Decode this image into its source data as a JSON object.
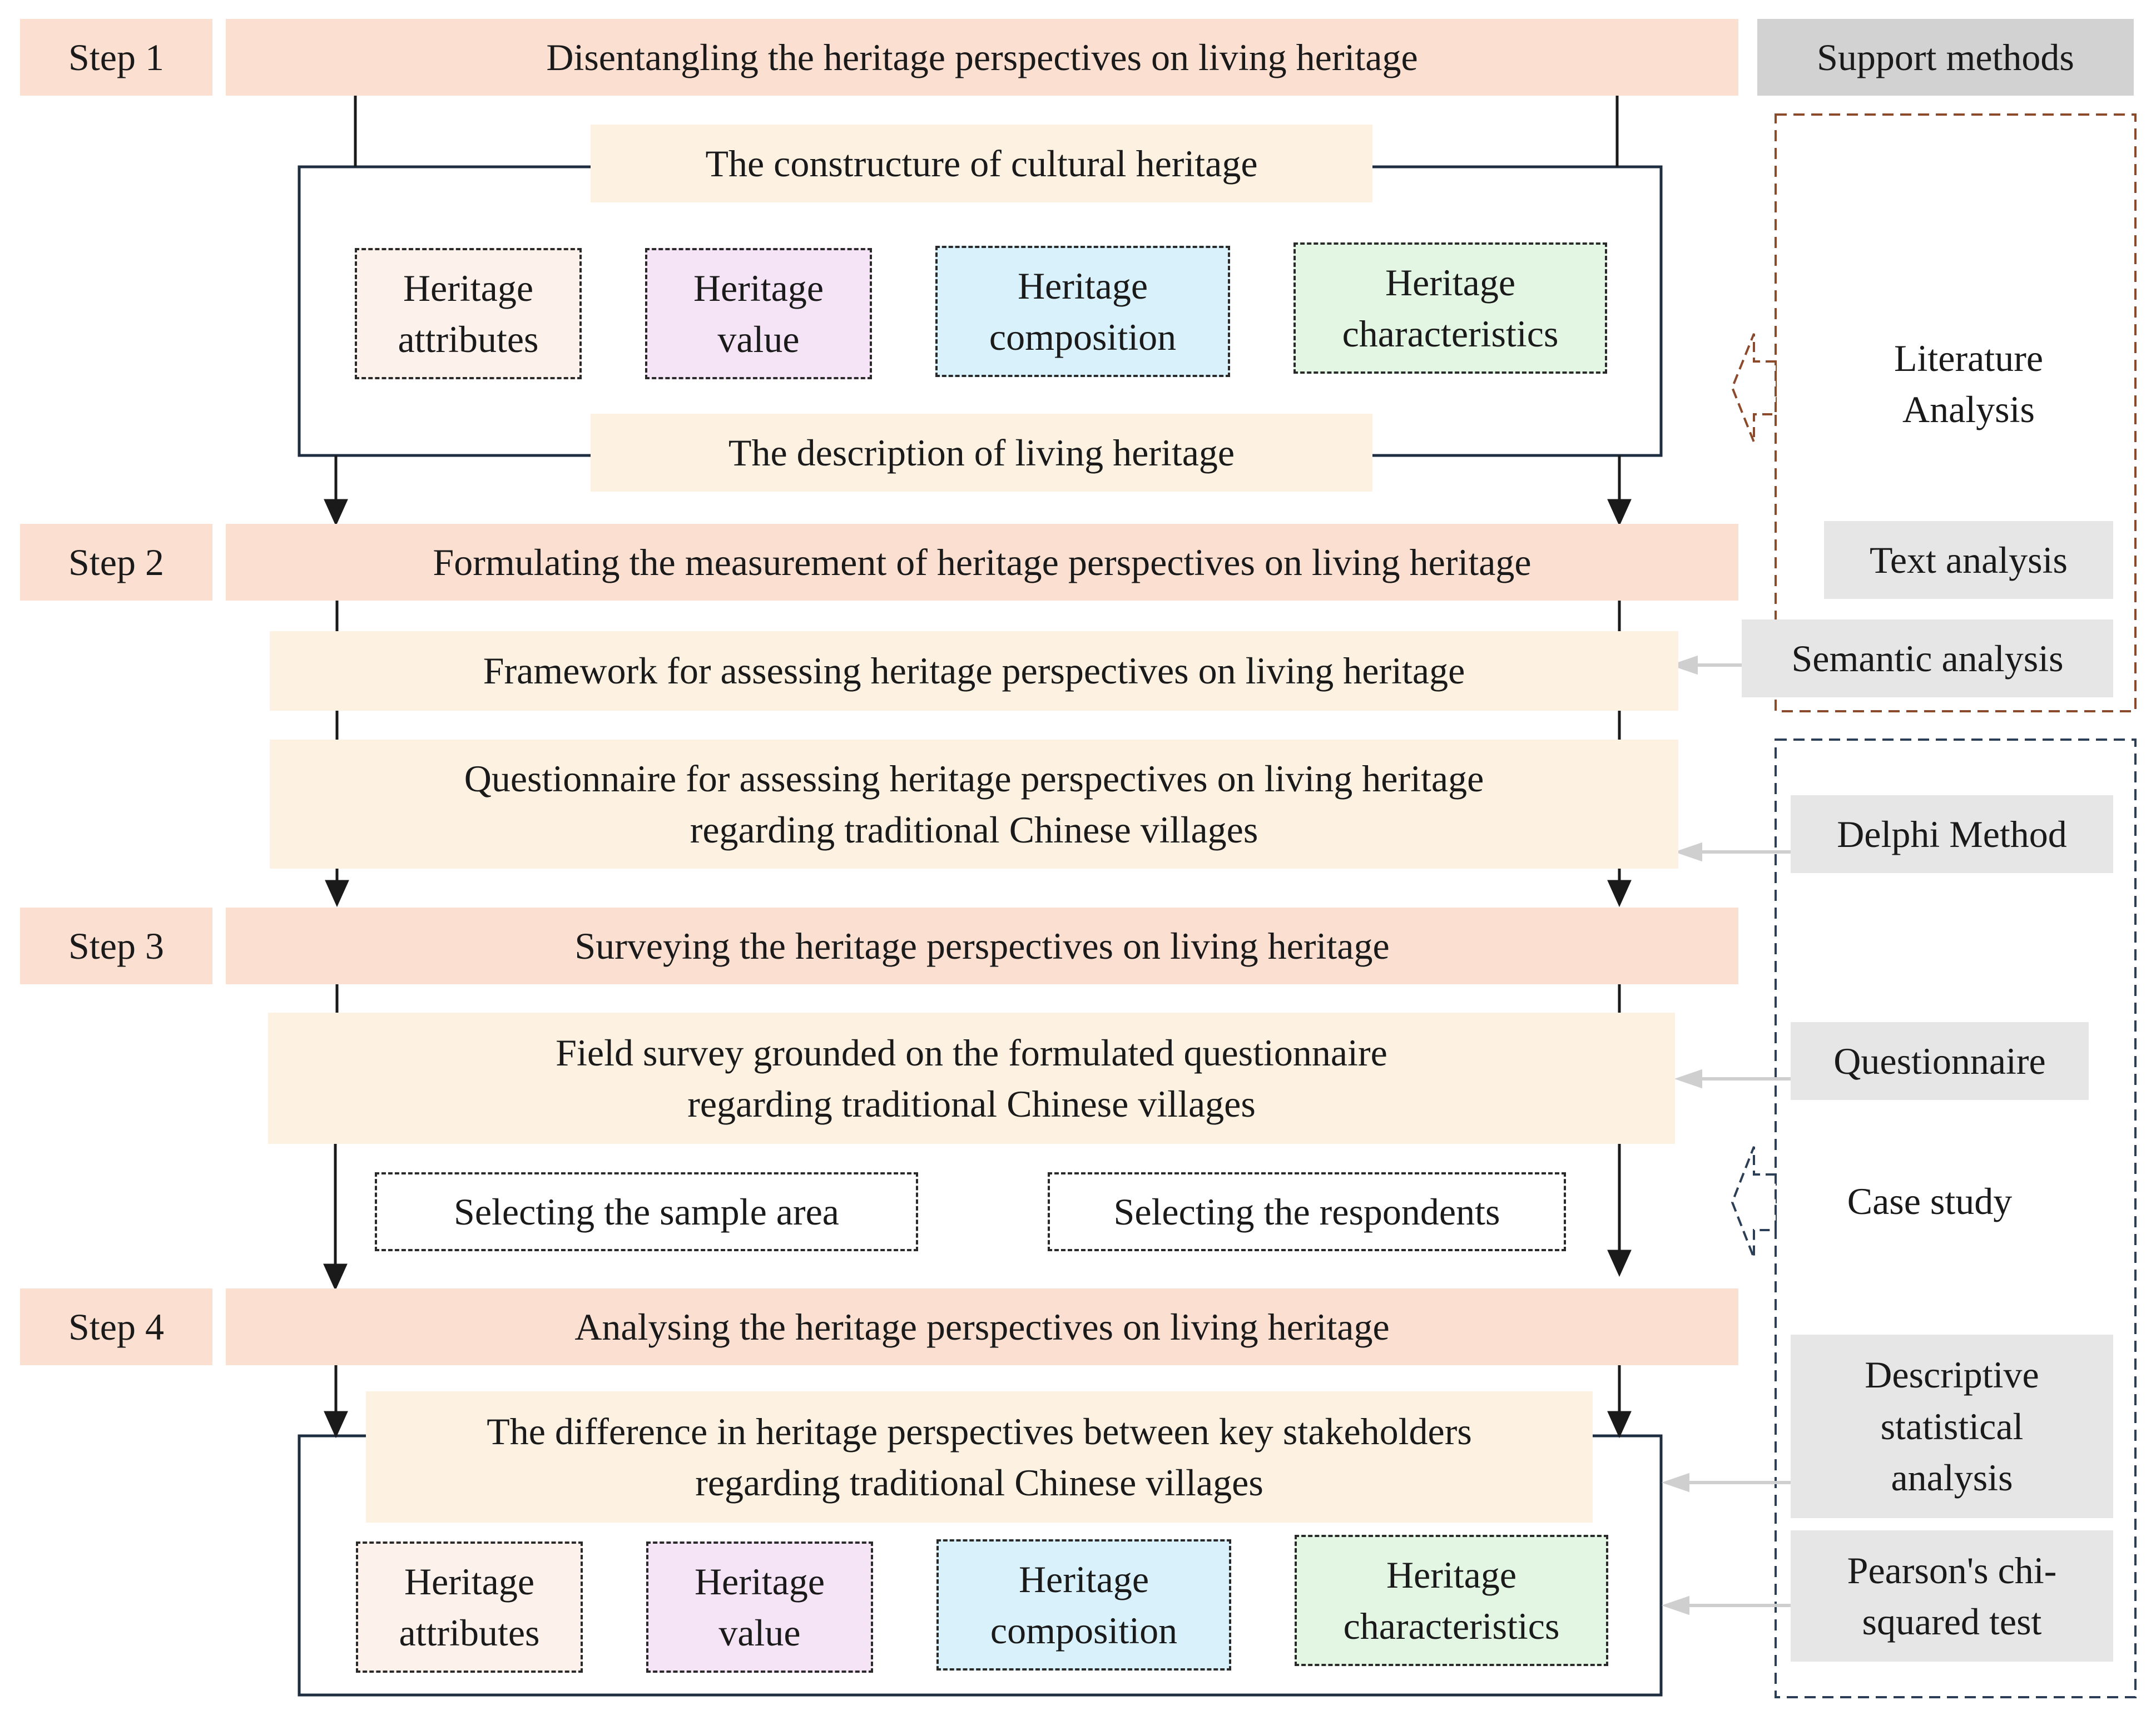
{
  "header": {
    "support_methods": "Support methods"
  },
  "steps": [
    {
      "label": "Step 1",
      "title": "Disentangling the heritage perspectives on living heritage"
    },
    {
      "label": "Step 2",
      "title": "Formulating the measurement of heritage perspectives on living heritage"
    },
    {
      "label": "Step 3",
      "title": "Surveying the heritage perspectives on living heritage"
    },
    {
      "label": "Step 4",
      "title": "Analysing the heritage perspectives on living heritage"
    }
  ],
  "step1": {
    "construct": "The constructure of cultural heritage",
    "description": "The description of living heritage",
    "categories": [
      "Heritage\nattributes",
      "Heritage\nvalue",
      "Heritage\ncomposition",
      "Heritage\ncharacteristics"
    ]
  },
  "step2": {
    "framework": "Framework for assessing heritage perspectives on living heritage",
    "questionnaire": "Questionnaire for assessing heritage perspectives on living heritage\nregarding traditional Chinese villages"
  },
  "step3": {
    "field_survey": "Field survey grounded on the formulated questionnaire\nregarding traditional Chinese villages",
    "sample_area": "Selecting the sample area",
    "respondents": "Selecting the respondents"
  },
  "step4": {
    "difference": "The difference in heritage perspectives between key stakeholders\nregarding traditional Chinese villages",
    "categories": [
      "Heritage\nattributes",
      "Heritage\nvalue",
      "Heritage\ncomposition",
      "Heritage\ncharacteristics"
    ]
  },
  "methods": {
    "literature": "Literature\nAnalysis",
    "text": "Text analysis",
    "semantic": "Semantic analysis",
    "delphi": "Delphi Method",
    "questionnaire": "Questionnaire",
    "case_study": "Case study",
    "descriptive": "Descriptive\nstatistical\nanalysis",
    "pearson": "Pearson's chi-\nsquared test"
  },
  "colors": {
    "step": "#fbdfd1",
    "sub": "#fdf1e2",
    "method": "#e6e6e6",
    "method_header": "#d2d2d2",
    "attributes": "#fdf1ec",
    "value": "#f5e4f5",
    "composition": "#d9f1fa",
    "characteristics": "#e3f5e3",
    "literature_group_border": "#8b4a2b",
    "statistics_group_border": "#2c3e55"
  }
}
